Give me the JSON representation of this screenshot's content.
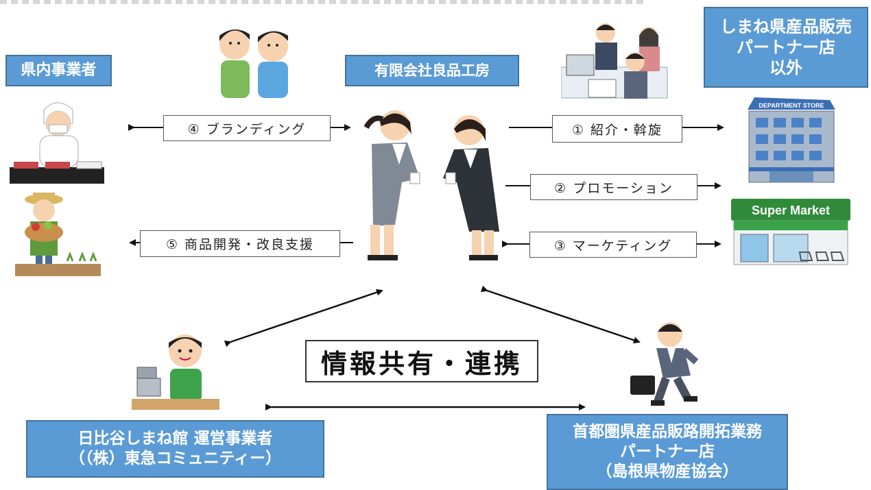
{
  "boxes": {
    "kennai": "県内事業者",
    "yugen": "有限会社良品工房",
    "shimane_partner": "しまね県産品販売\nパートナー店\n以外",
    "hibiya": "日比谷しまね館 運営事業者\n（（株）東急コミュニティー）",
    "shutoken": "首都圏県産品販路開拓業務\nパートナー店\n（島根県物産協会）"
  },
  "labels": {
    "branding": "④ ブランディング",
    "shoukai": "① 紹介・斡旋",
    "promotion": "② プロモーション",
    "marketing": "③ マーケティング",
    "shohin": "⑤ 商品開発・改良支援",
    "center": "情報共有・連携"
  },
  "illustrations": {
    "department_store_sign": "DEPARTMENT STORE",
    "supermarket_sign": "Super Market"
  },
  "colors": {
    "box_fill": "#5b9bd5",
    "box_border": "#41719c",
    "arrow": "#111111"
  }
}
